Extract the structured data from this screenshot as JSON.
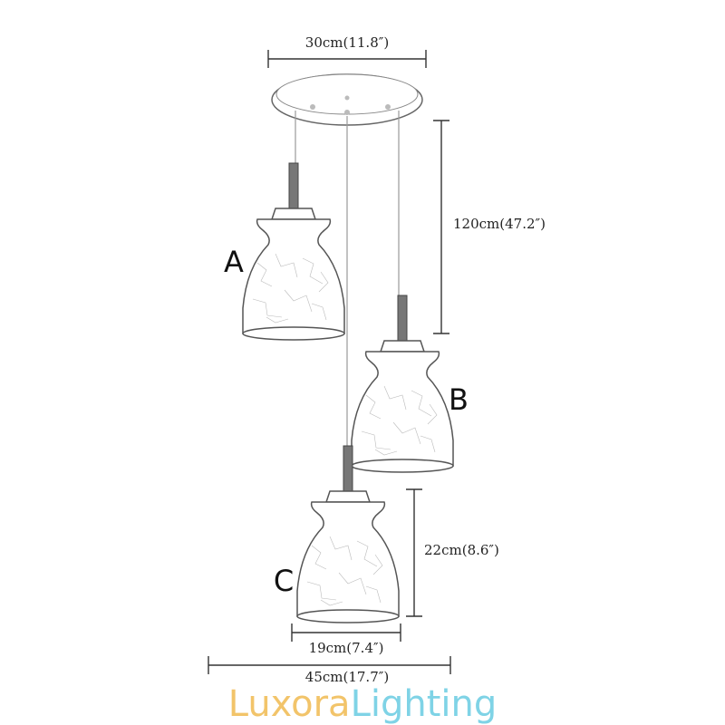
{
  "dimensions": {
    "canopy_width": "30cm(11.8″)",
    "drop_length": "120cm(47.2″)",
    "shade_height": "22cm(8.6″)",
    "shade_width": "19cm(7.4″)",
    "total_width": "45cm(17.7″)"
  },
  "pendants": [
    {
      "label": "A"
    },
    {
      "label": "B"
    },
    {
      "label": "C"
    }
  ],
  "brand": {
    "part1": "Luxora",
    "part2": "Lighting",
    "color1": "#f2c46a",
    "color2": "#7fd3e6"
  }
}
